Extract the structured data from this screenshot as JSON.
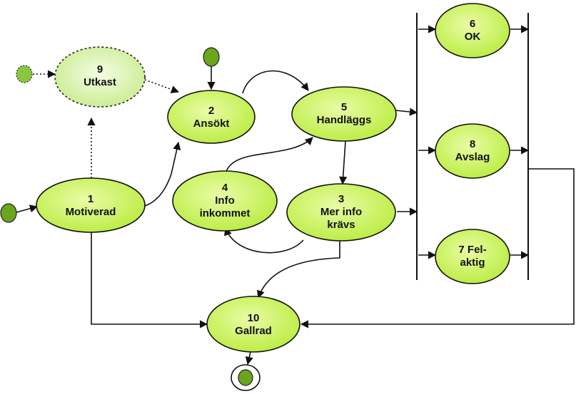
{
  "states": {
    "s1": {
      "number": "1",
      "name": "Motiverad"
    },
    "s2": {
      "number": "2",
      "name": "Ansökt"
    },
    "s3": {
      "number": "3",
      "name1": "Mer info",
      "name2": "krävs"
    },
    "s4": {
      "number": "4",
      "name1": "Info",
      "name2": "inkommet"
    },
    "s5": {
      "number": "5",
      "name": "Handläggs"
    },
    "s6": {
      "number": "6",
      "name": "OK"
    },
    "s7": {
      "number": "7 Fel-",
      "name": "aktig"
    },
    "s8": {
      "number": "8",
      "name": "Avslag"
    },
    "s9": {
      "number": "9",
      "name": "Utkast"
    },
    "s10": {
      "number": "10",
      "name": "Gallrad"
    }
  },
  "colors": {
    "state_fill": "#c9f25a",
    "state_fill_light": "#e6fba0",
    "draft_fill": "#d8f5a8",
    "start_node": "#6aa51c",
    "line": "#111111"
  }
}
